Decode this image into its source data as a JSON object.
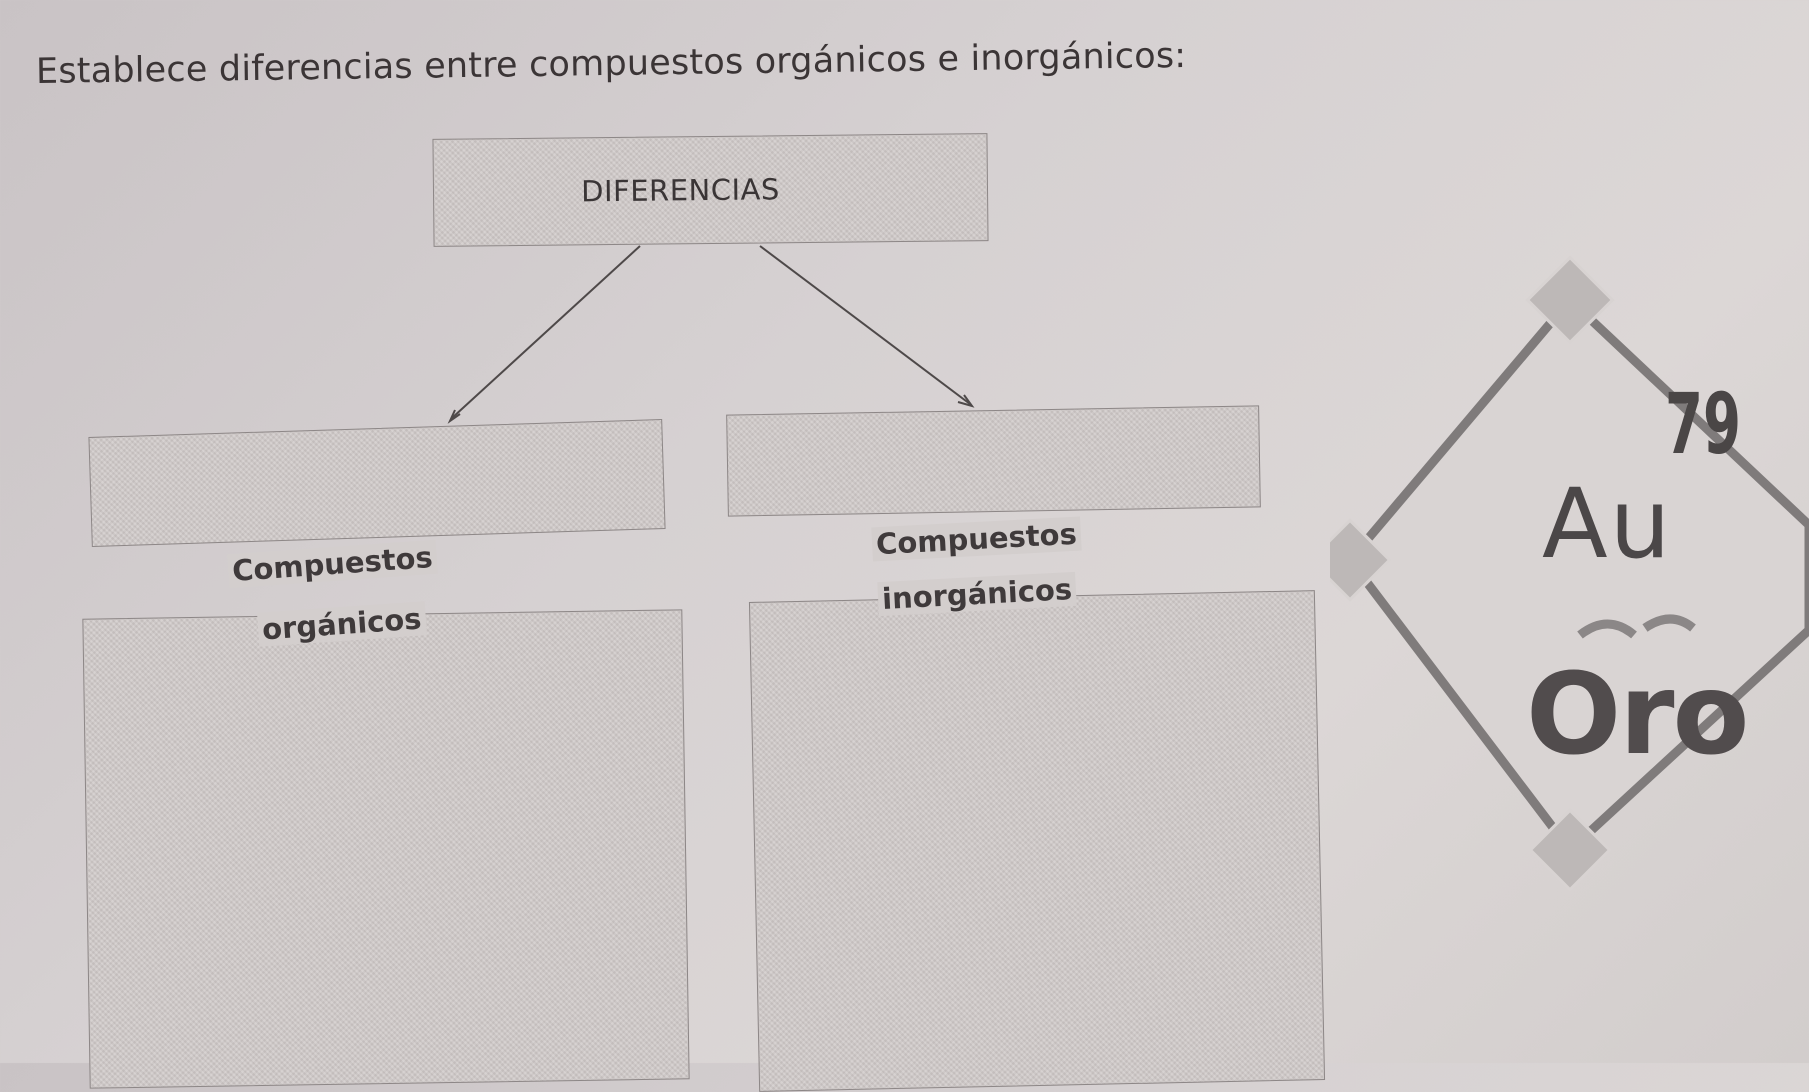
{
  "worksheet": {
    "instruction": "Establece diferencias entre compuestos orgánicos e inorgánicos:",
    "diagram": {
      "root_label": "DIFERENCIAS",
      "left_branch": {
        "label_line1": "Compuestos",
        "label_line2": "orgánicos"
      },
      "right_branch": {
        "label_line1": "Compuestos",
        "label_line2": "inorgánicos"
      }
    },
    "element_tile": {
      "atomic_number": "79",
      "symbol": "Au",
      "name": "Oro"
    }
  },
  "colors": {
    "paper": "#d6d1d2",
    "box_fill": "#cfc9c8",
    "ink": "#3b3536",
    "tile_border": "#7f7b7b"
  }
}
